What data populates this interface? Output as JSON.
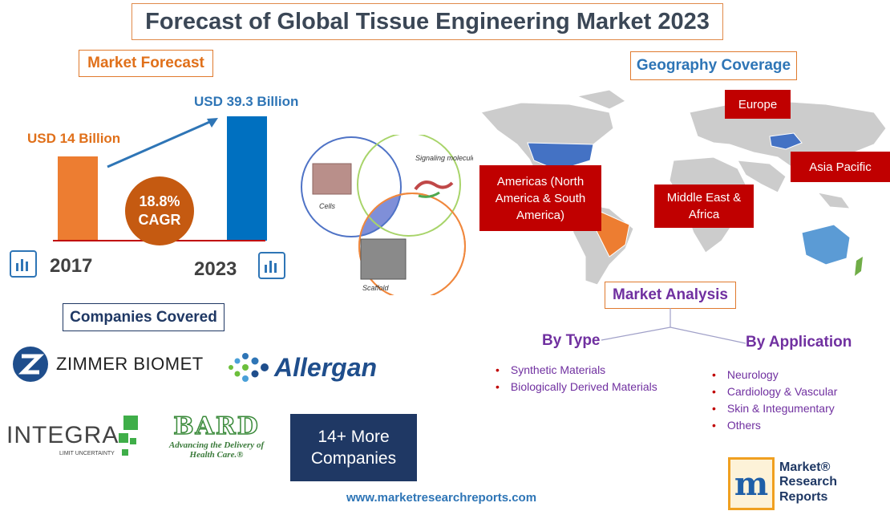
{
  "title": "Forecast of Global Tissue Engineering Market 2023",
  "market_forecast": {
    "label": "Market Forecast",
    "value_2017": "USD 14 Billion",
    "value_2023": "USD 39.3 Billion",
    "cagr_value": "18.8%",
    "cagr_label": "CAGR",
    "year_start": "2017",
    "year_end": "2023",
    "bar_values": [
      14,
      39.3
    ],
    "colors": {
      "start": "#ed7d31",
      "end": "#0070c0"
    }
  },
  "venn": {
    "cells": "Cells",
    "signaling": "Signaling molecules",
    "scaffold": "Scaffold"
  },
  "companies": {
    "label": "Companies Covered",
    "zimmer": "ZIMMER BIOMET",
    "allergan": "Allergan",
    "integra": "INTEGRA",
    "integra_tag": "LIMIT UNCERTAINTY",
    "bard": "BARD",
    "bard_tag1": "Advancing the Delivery of",
    "bard_tag2": "Health Care.®",
    "more_line1": "14+ More",
    "more_line2": "Companies"
  },
  "geography": {
    "label": "Geography Coverage",
    "americas": "Americas (North America & South America)",
    "europe": "Europe",
    "asia": "Asia Pacific",
    "mea": "Middle East & Africa"
  },
  "analysis": {
    "label": "Market Analysis",
    "by_type": "By Type",
    "types": [
      "Synthetic Materials",
      "Biologically Derived Materials"
    ],
    "by_application": "By Application",
    "applications": [
      "Neurology",
      "Cardiology & Vascular",
      "Skin & Integumentary",
      "Others"
    ]
  },
  "footer": {
    "url": "www.marketresearchreports.com",
    "brand_line1": "Market®",
    "brand_line2": "Research",
    "brand_line3": "Reports",
    "brand_letter": "m"
  }
}
